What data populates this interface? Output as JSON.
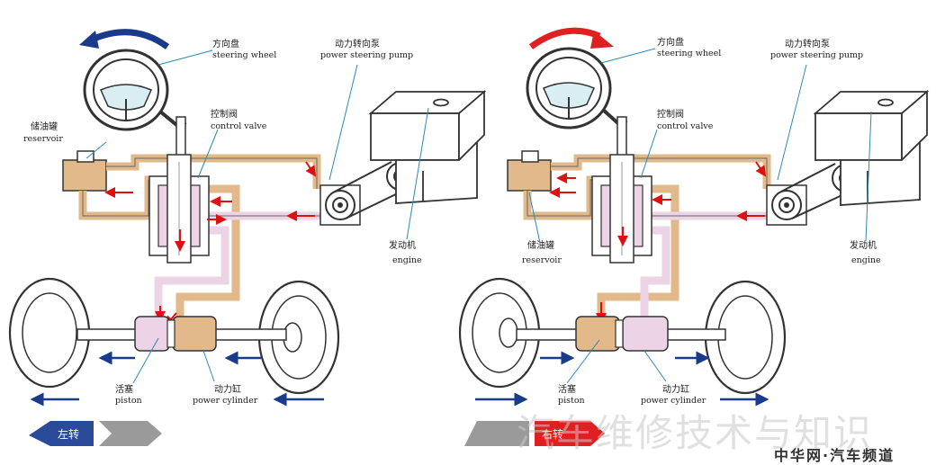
{
  "colors": {
    "oil_tan": "#e2b98a",
    "oil_pink": "#ecd4e6",
    "arrow_red": "#e01010",
    "arrow_blue": "#1a3a8c",
    "turn_blue": "#2a4a9a",
    "turn_red": "#e02020",
    "outline": "#333333"
  },
  "left_diagram": {
    "steering_wheel": {
      "zh": "方向盘",
      "en": "steering wheel"
    },
    "power_steering_pump": {
      "zh": "动力转向泵",
      "en": "power steering pump"
    },
    "control_valve": {
      "zh": "控制阀",
      "en": "control valve"
    },
    "reservoir": {
      "zh": "储油罐",
      "en": "reservoir"
    },
    "engine": {
      "zh": "发动机",
      "en": "engine"
    },
    "piston": {
      "zh": "活塞",
      "en": "piston"
    },
    "power_cylinder": {
      "zh": "动力缸",
      "en": "power cylinder"
    },
    "turn_label": "左转"
  },
  "right_diagram": {
    "steering_wheel": {
      "zh": "方向盘",
      "en": "steering wheel"
    },
    "power_steering_pump": {
      "zh": "动力转向泵",
      "en": "power steering pump"
    },
    "control_valve": {
      "zh": "控制阀",
      "en": "control valve"
    },
    "reservoir": {
      "zh": "储油罐",
      "en": "reservoir"
    },
    "engine": {
      "zh": "发动机",
      "en": "engine"
    },
    "piston": {
      "zh": "活塞",
      "en": "piston"
    },
    "power_cylinder": {
      "zh": "动力缸",
      "en": "power cylinder"
    },
    "turn_label": "右转"
  },
  "watermark": "汽车维修技术与知识",
  "site_name": "中华网·汽车频道"
}
